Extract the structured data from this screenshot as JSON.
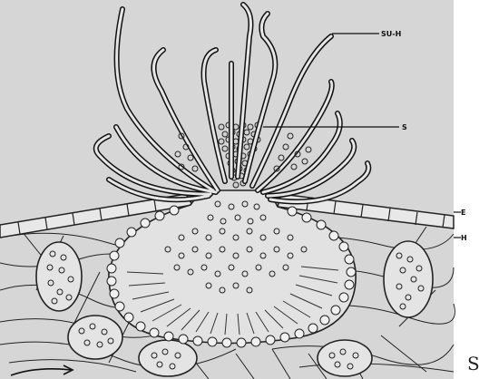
{
  "figure": {
    "labels": {
      "su_h": "SU-H",
      "s": "S",
      "e": "E",
      "h": "H"
    },
    "trailing_text": "S"
  }
}
